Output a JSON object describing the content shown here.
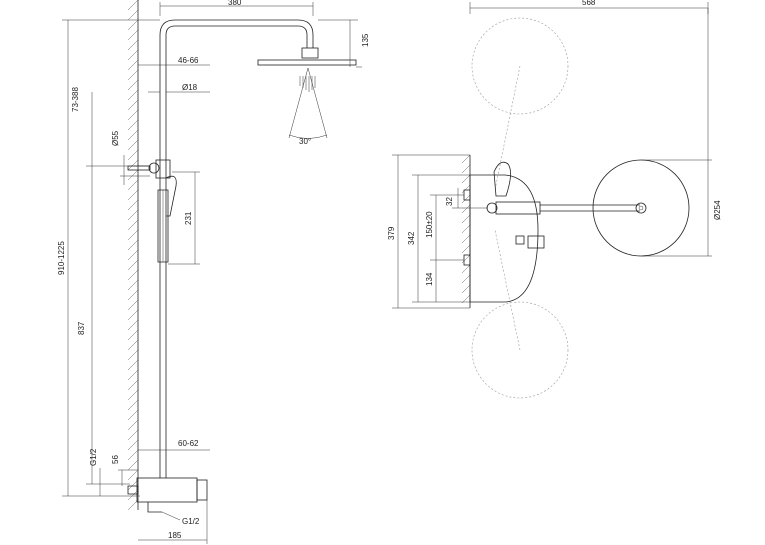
{
  "side_view": {
    "dims": {
      "head_arm_width": "380",
      "head_height": "135",
      "wall_gap": "46-66",
      "pipe_diameter": "Ø18",
      "angle": "30°",
      "upper_adjust": "73-388",
      "bracket_diameter": "Ø55",
      "handshower_len": "231",
      "total_height": "910-1225",
      "lower_pipe": "837",
      "inlet_thread": "G1/2",
      "inlet_offset": "56",
      "mixer_gap": "60-62",
      "outlet_thread": "G1/2",
      "projection": "185"
    }
  },
  "top_view": {
    "dims": {
      "span": "568",
      "height_379": "379",
      "height_342": "342",
      "centers": "150±20",
      "offset_32": "32",
      "offset_134": "134",
      "head_diameter": "Ø254"
    }
  }
}
